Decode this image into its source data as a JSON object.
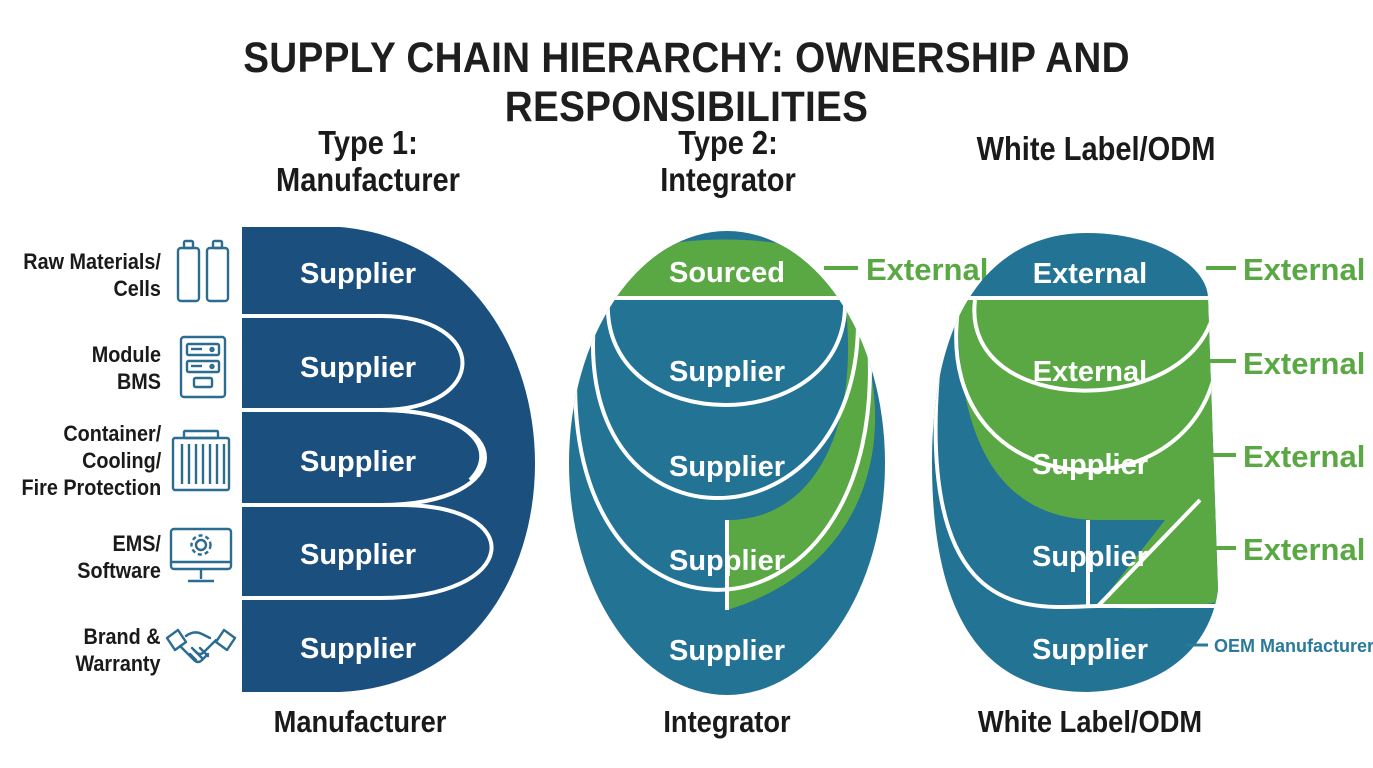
{
  "title": "SUPPLY CHAIN HIERARCHY: OWNERSHIP AND RESPONSIBILITIES",
  "colors": {
    "navy": "#1b4f7e",
    "teal": "#237395",
    "green": "#5aa843",
    "icon": "#2b6c90"
  },
  "rows": [
    {
      "label_lines": [
        "Raw Materials/",
        "Cells"
      ],
      "icon": "battery-icon"
    },
    {
      "label_lines": [
        "Module",
        "BMS"
      ],
      "icon": "bms-module-icon"
    },
    {
      "label_lines": [
        "Container/",
        "Cooling/",
        "Fire Protection"
      ],
      "icon": "container-icon"
    },
    {
      "label_lines": [
        "EMS/",
        "Software"
      ],
      "icon": "monitor-gear-icon"
    },
    {
      "label_lines": [
        "Brand &",
        "Warranty"
      ],
      "icon": "handshake-icon"
    }
  ],
  "columns": [
    {
      "heading_lines": [
        "Type 1:",
        "Manufacturer"
      ],
      "footer": "Manufacturer",
      "segments": [
        "Supplier",
        "Supplier",
        "Supplier",
        "Supplier",
        "Supplier"
      ],
      "side_labels": []
    },
    {
      "heading_lines": [
        "Type 2:",
        "Integrator"
      ],
      "footer": "Integrator",
      "segments": [
        "Sourced",
        "Supplier",
        "Supplier",
        "Supplier",
        "Supplier"
      ],
      "side_labels": [
        "External"
      ]
    },
    {
      "heading_lines": [
        "White Label/ODM"
      ],
      "footer": "White Label/ODM",
      "segments": [
        "External",
        "External",
        "Supplier",
        "Supplier",
        "Supplier"
      ],
      "side_labels": [
        "External",
        "External",
        "External",
        "External"
      ],
      "bottom_side_label": "OEM Manufacturer"
    }
  ]
}
